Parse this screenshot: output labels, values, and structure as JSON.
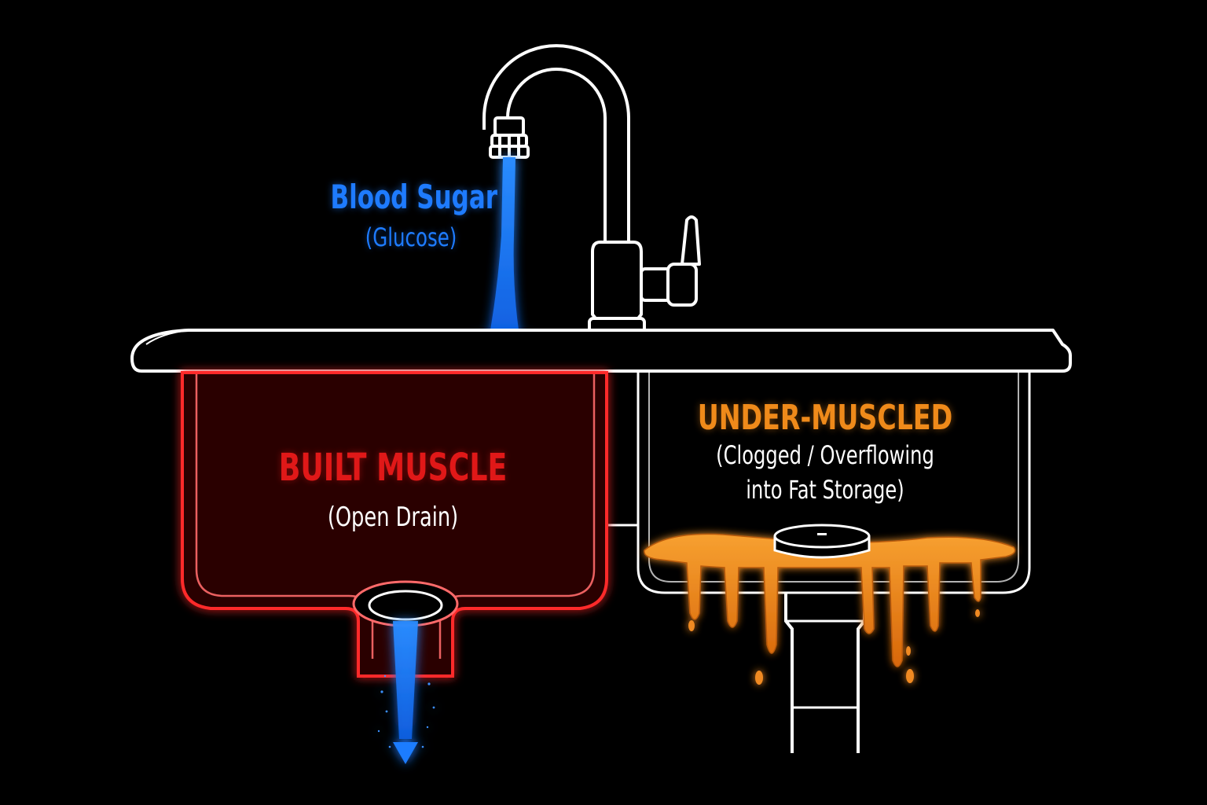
{
  "labels": {
    "glucose_title": "Blood Sugar",
    "glucose_subtitle": "(Glucose)",
    "built_title": "BUILT MUSCLE",
    "built_subtitle": "(Open Drain)",
    "under_title": "UNDER-MUSCLED",
    "under_subtitle_line1": "(Clogged / Overflowing",
    "under_subtitle_line2": "into Fat Storage)"
  },
  "colors": {
    "background": "#000000",
    "outline": "#ffffff",
    "glucose_blue": "#1e7bff",
    "muscle_red": "#e01818",
    "fat_orange": "#ef8a1a"
  }
}
